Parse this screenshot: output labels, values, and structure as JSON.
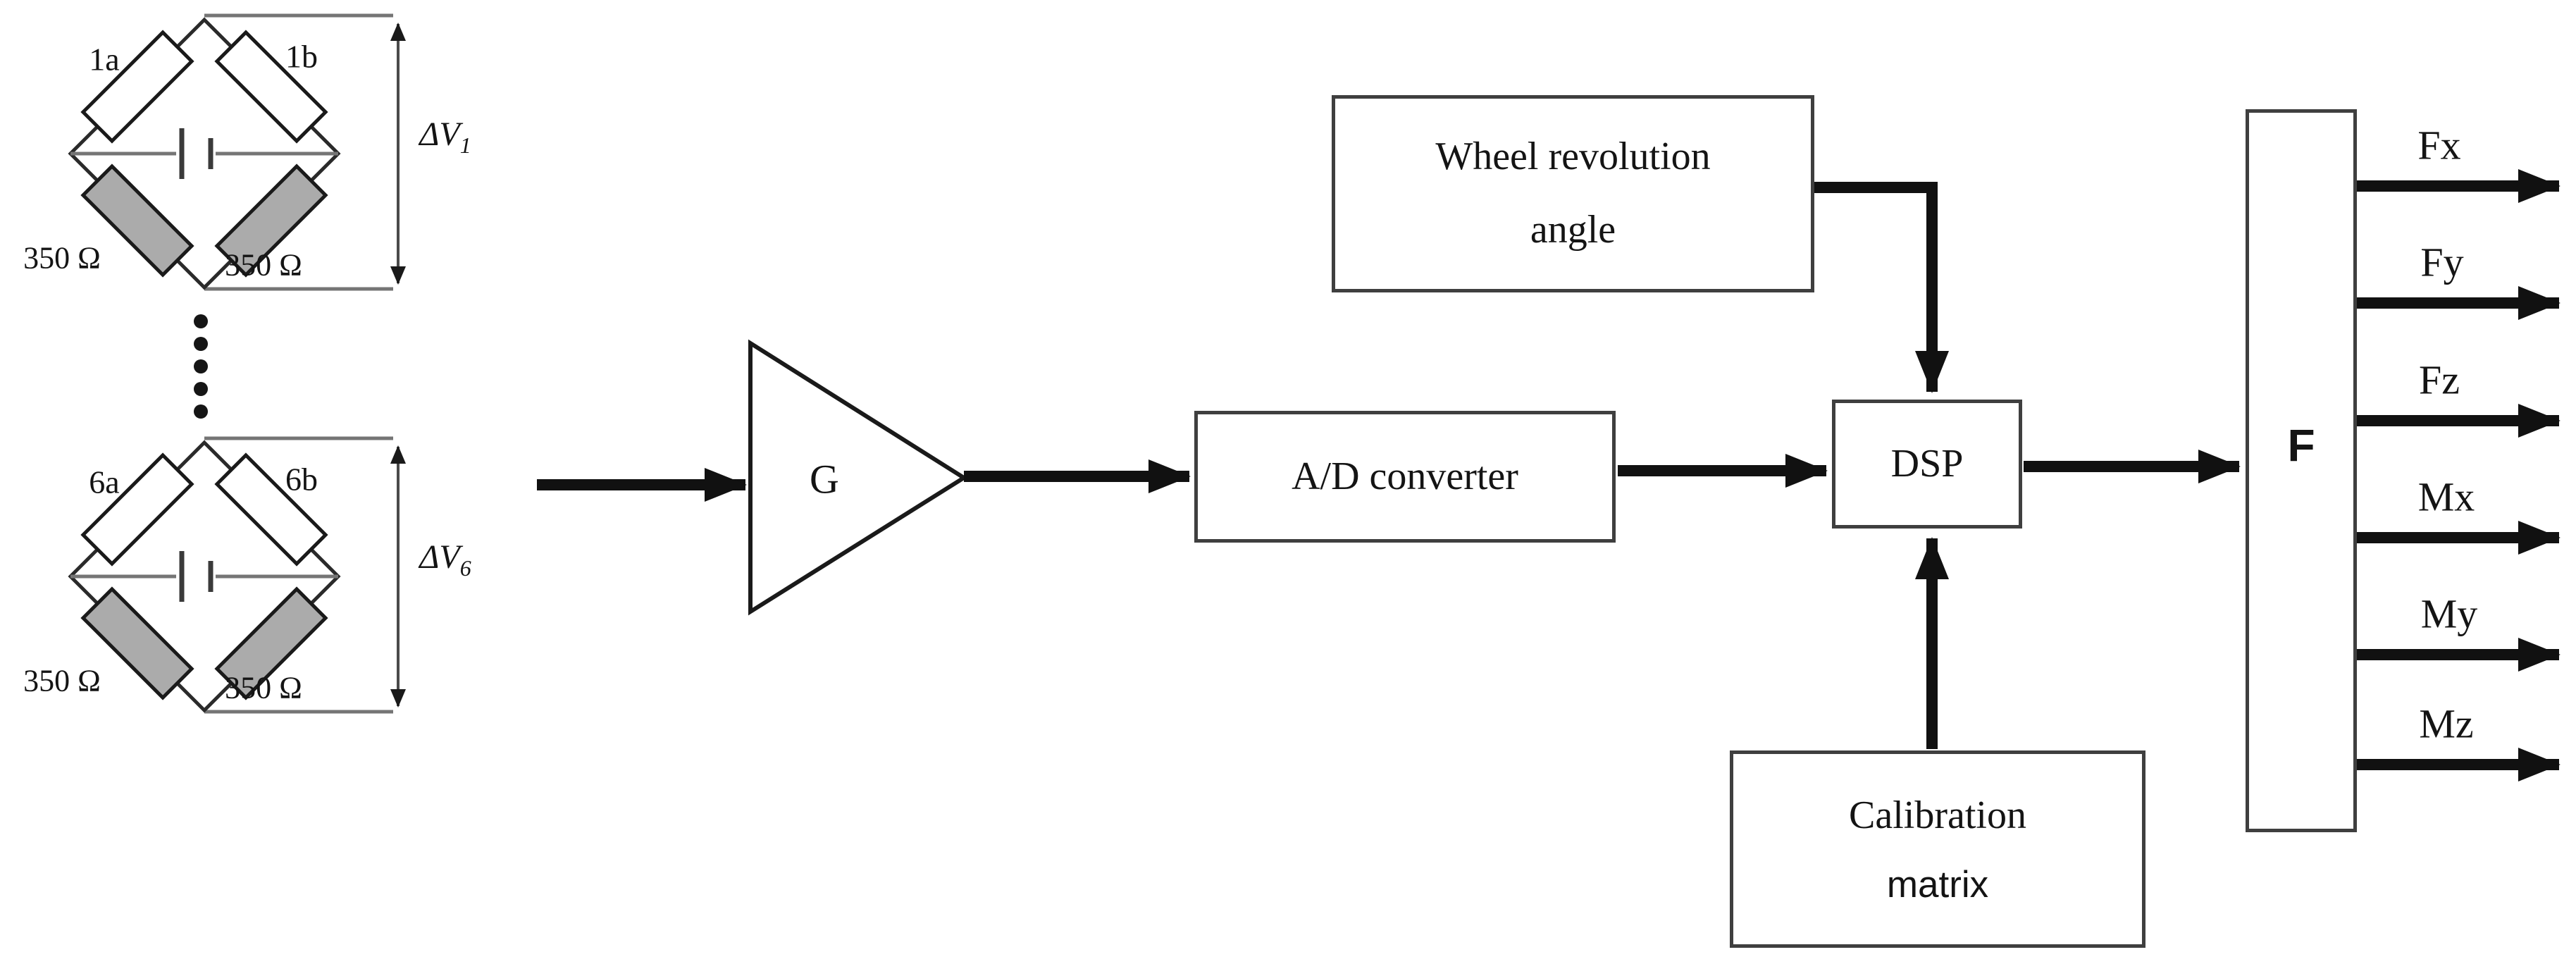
{
  "bridges": [
    {
      "label_a": "1a",
      "label_b": "1b",
      "res_left": "350 Ω",
      "res_right": "350 Ω",
      "dv": "ΔV",
      "dv_sub": "1"
    },
    {
      "label_a": "6a",
      "label_b": "6b",
      "res_left": "350 Ω",
      "res_right": "350 Ω",
      "dv": "ΔV",
      "dv_sub": "6"
    }
  ],
  "amplifier": {
    "label": "G"
  },
  "blocks": {
    "adc": "A/D converter",
    "dsp": "DSP",
    "wheel_line1": "Wheel revolution",
    "wheel_line2": "angle",
    "calibration_line1": "Calibration",
    "calibration_line2": "matrix",
    "f": "F"
  },
  "outputs": [
    {
      "label": "Fx"
    },
    {
      "label": "Fy"
    },
    {
      "label": "Fz"
    },
    {
      "label": "Mx"
    },
    {
      "label": "My"
    },
    {
      "label": "Mz"
    }
  ],
  "colors": {
    "resistor_gray": "#ababab",
    "arrow_black": "#111111",
    "wire_gray": "#757575",
    "diagonal_dark": "#2a2a2a",
    "box_border": "#3f3f3f"
  }
}
